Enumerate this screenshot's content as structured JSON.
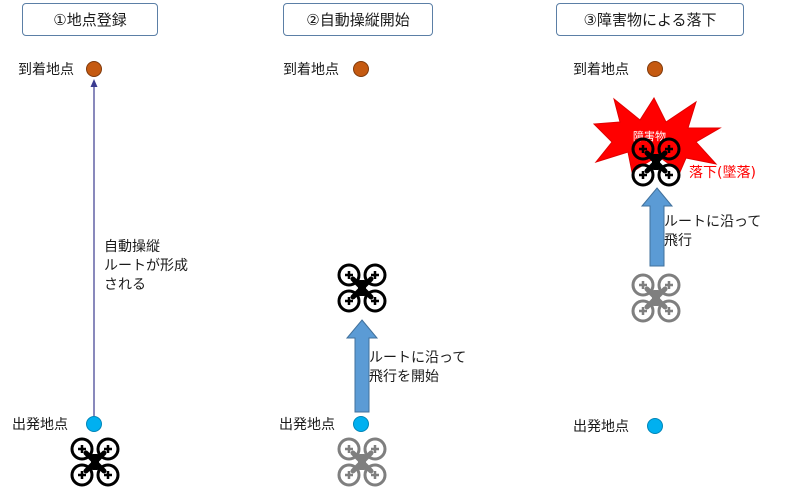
{
  "panels": [
    {
      "title": "①地点登録",
      "end_label": "到着地点",
      "start_label": "出発地点",
      "note_lines": [
        "自動操縦",
        "ルートが形成",
        "される"
      ]
    },
    {
      "title": "②自動操縦開始",
      "end_label": "到着地点",
      "start_label": "出発地点",
      "note_lines": [
        "ルートに沿って",
        "飛行を開始"
      ]
    },
    {
      "title": "③障害物による落下",
      "end_label": "到着地点",
      "start_label": "出発地点",
      "note_lines": [
        "ルートに沿って",
        "飛行"
      ],
      "obstacle_label": "障害物",
      "fall_label": "落下(墜落)"
    }
  ],
  "colors": {
    "end_point": "#c55a11",
    "start_point": "#00b0f0",
    "arrow_fill": "#5b9bd5",
    "route_line": "#3b3b8f",
    "obstacle": "#ff0000",
    "title_border": "#5b7fa6",
    "drone_active": "#000000",
    "drone_ghost": "#7f7f7f"
  }
}
